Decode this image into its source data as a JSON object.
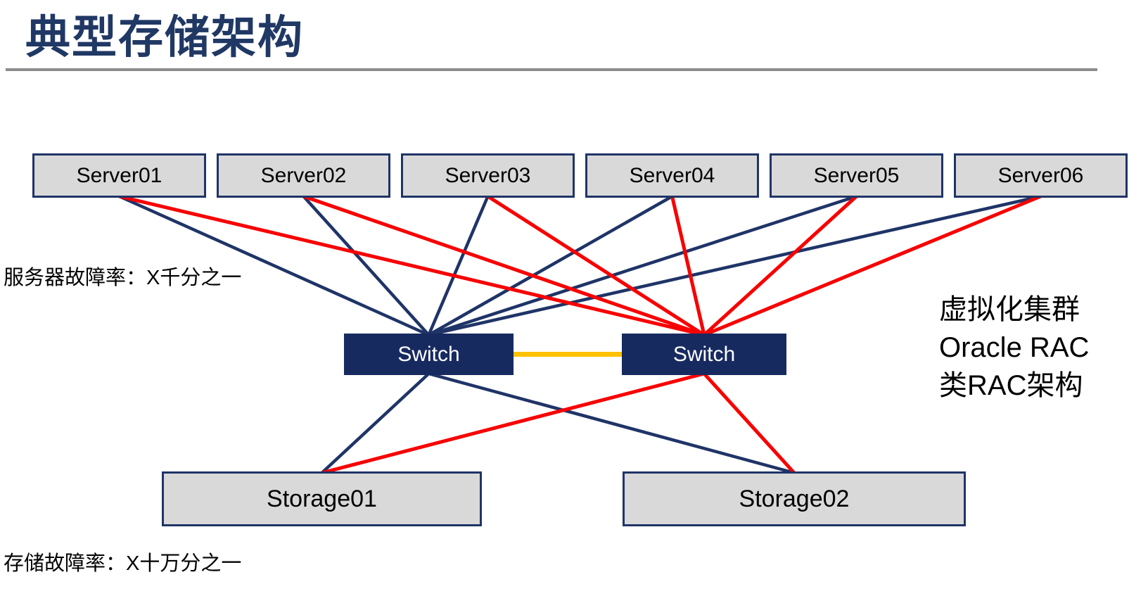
{
  "slide": {
    "title": "典型存储架构",
    "notes": {
      "server_failure_rate": "服务器故障率：X千分之一",
      "storage_failure_rate": "存储故障率：X十万分之一",
      "cluster_note": [
        "虚拟化集群",
        "Oracle RAC",
        "类RAC架构"
      ]
    }
  },
  "colors": {
    "title_navy": "#203864",
    "box_border_navy": "#1F3467",
    "box_fill_gray": "#D9D9D9",
    "switch_fill_navy": "#172A60",
    "link_navy": "#1F3467",
    "link_red": "#F80000",
    "interswitch_yellow": "#FFC000",
    "rule_gray": "#8C8C8C"
  },
  "diagram": {
    "servers": [
      {
        "id": "server01",
        "label": "Server01"
      },
      {
        "id": "server02",
        "label": "Server02"
      },
      {
        "id": "server03",
        "label": "Server03"
      },
      {
        "id": "server04",
        "label": "Server04"
      },
      {
        "id": "server05",
        "label": "Server05"
      },
      {
        "id": "server06",
        "label": "Server06"
      }
    ],
    "switches": [
      {
        "id": "switch_a",
        "label": "Switch"
      },
      {
        "id": "switch_b",
        "label": "Switch"
      }
    ],
    "storages": [
      {
        "id": "storage01",
        "label": "Storage01"
      },
      {
        "id": "storage02",
        "label": "Storage02"
      }
    ],
    "edges": [
      {
        "from": "server01",
        "to": "switch_a",
        "color": "#1F3467",
        "width": 4.5
      },
      {
        "from": "server02",
        "to": "switch_a",
        "color": "#1F3467",
        "width": 4.5
      },
      {
        "from": "server03",
        "to": "switch_a",
        "color": "#1F3467",
        "width": 4.5
      },
      {
        "from": "server04",
        "to": "switch_a",
        "color": "#1F3467",
        "width": 4.5
      },
      {
        "from": "server05",
        "to": "switch_a",
        "color": "#1F3467",
        "width": 4.5
      },
      {
        "from": "server06",
        "to": "switch_a",
        "color": "#1F3467",
        "width": 4.5
      },
      {
        "from": "switch_a",
        "to": "storage01",
        "color": "#1F3467",
        "width": 4.5
      },
      {
        "from": "switch_a",
        "to": "storage02",
        "color": "#1F3467",
        "width": 4.5
      },
      {
        "from": "server01",
        "to": "switch_b",
        "color": "#F80000",
        "width": 5
      },
      {
        "from": "server02",
        "to": "switch_b",
        "color": "#F80000",
        "width": 5
      },
      {
        "from": "server03",
        "to": "switch_b",
        "color": "#F80000",
        "width": 5
      },
      {
        "from": "server04",
        "to": "switch_b",
        "color": "#F80000",
        "width": 5
      },
      {
        "from": "server05",
        "to": "switch_b",
        "color": "#F80000",
        "width": 5
      },
      {
        "from": "server06",
        "to": "switch_b",
        "color": "#F80000",
        "width": 5
      },
      {
        "from": "switch_b",
        "to": "storage01",
        "color": "#F80000",
        "width": 5
      },
      {
        "from": "switch_b",
        "to": "storage02",
        "color": "#F80000",
        "width": 5
      },
      {
        "from": "switch_a",
        "to": "switch_b",
        "color": "#FFC000",
        "width": 7
      }
    ]
  }
}
